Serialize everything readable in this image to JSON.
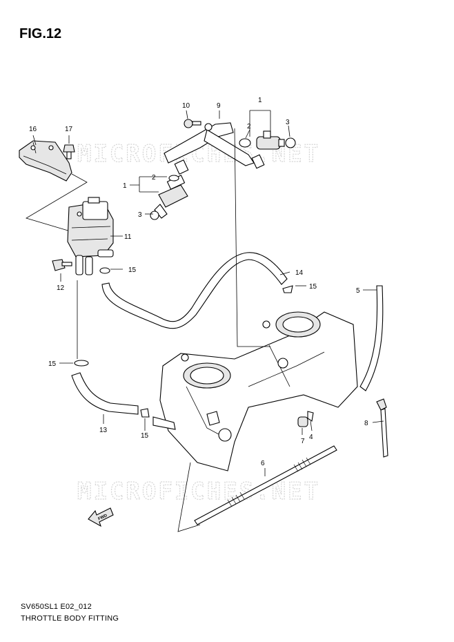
{
  "figure": {
    "title": "FIG.12"
  },
  "footer": {
    "code": "SV650SL1 E02_012",
    "caption": "THROTTLE BODY FITTING"
  },
  "watermark": {
    "text": "MICROFICHES.NET",
    "color": "#d4d4d4"
  },
  "direction": {
    "label": "FWD",
    "icon": "front-arrow-icon"
  },
  "callouts": {
    "c1a": "1",
    "c2a": "2",
    "c3a": "3",
    "c1b": "1",
    "c2b": "2",
    "c3b": "3",
    "c4": "4",
    "c5": "5",
    "c6": "6",
    "c7": "7",
    "c8": "8",
    "c9": "9",
    "c10": "10",
    "c11": "11",
    "c12": "12",
    "c13": "13",
    "c14": "14",
    "c15a": "15",
    "c15b": "15",
    "c15c": "15",
    "c15d": "15",
    "c16": "16",
    "c17": "17"
  }
}
